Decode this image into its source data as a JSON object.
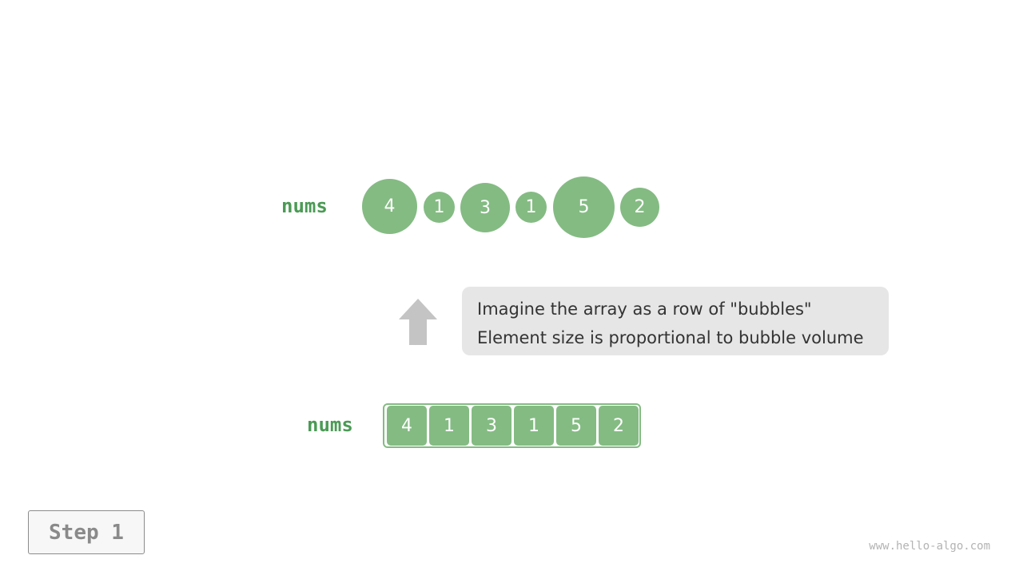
{
  "bubble_row": {
    "label": "nums",
    "values": [
      "4",
      "1",
      "3",
      "1",
      "5",
      "2"
    ]
  },
  "callout": {
    "line1": "Imagine the array as a row of \"bubbles\"",
    "line2": "Element size is proportional to bubble volume"
  },
  "array_row": {
    "label": "nums",
    "values": [
      "4",
      "1",
      "3",
      "1",
      "5",
      "2"
    ]
  },
  "step_label": "Step 1",
  "watermark": "www.hello-algo.com",
  "colors": {
    "element_fill": "#84bb83",
    "label_text": "#4b9a55",
    "arrow": "#c4c4c4",
    "callout_bg": "#e6e6e6"
  },
  "icons": {
    "arrow": "up-arrow-icon"
  }
}
